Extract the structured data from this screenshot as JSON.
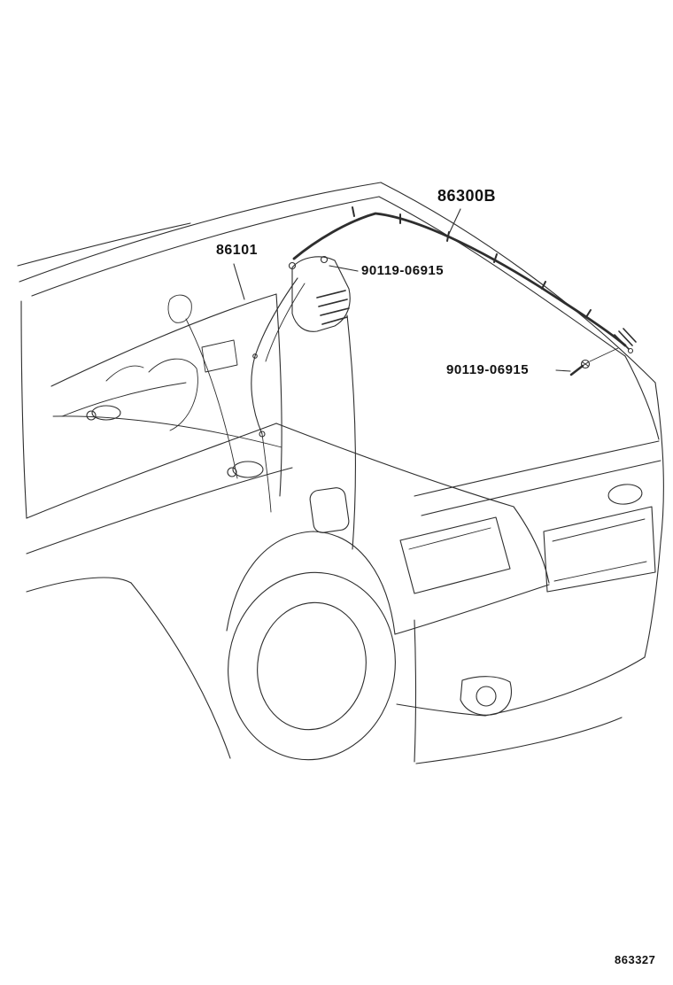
{
  "diagram": {
    "description": "Toyota parts catalog line drawing: sedan rear three-quarter view with roof antenna cable routing",
    "callouts": [
      {
        "id": "86300B",
        "text": "86300B"
      },
      {
        "id": "86101",
        "text": "86101"
      },
      {
        "id": "90119-06915-a",
        "text": "90119-06915"
      },
      {
        "id": "90119-06915-b",
        "text": "90119-06915"
      }
    ],
    "figure_number": "863327"
  },
  "colors": {
    "line": "#2e2e2e",
    "background": "#ffffff",
    "text": "#111111"
  }
}
